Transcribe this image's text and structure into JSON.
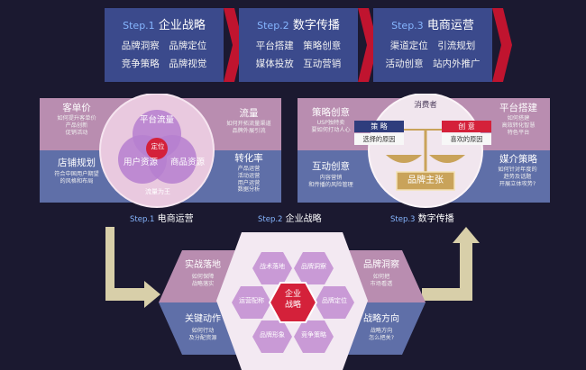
{
  "top_steps": [
    {
      "prefix": "Step.1",
      "title": "企业战略",
      "line1": "品牌洞察　品牌定位",
      "line2": "竞争策略　品牌视觉"
    },
    {
      "prefix": "Step.2",
      "title": "数字传播",
      "line1": "平台搭建　策略创意",
      "line2": "媒体投放　互动营销"
    },
    {
      "prefix": "Step.3",
      "title": "电商运营",
      "line1": "渠道定位　引流规划",
      "line2": "活动创意　站内外推广"
    }
  ],
  "left_panel": {
    "tl_title": "客单价",
    "tl_desc": [
      "如何提升客单价",
      "产品创新",
      "促销活动"
    ],
    "bl_title": "店铺规划",
    "bl_desc": [
      "符合中国用户期望",
      "的风格和布局"
    ],
    "tr_title": "流量",
    "tr_desc": [
      "如何开拓流量渠道",
      "品牌外展引流"
    ],
    "br_title": "转化率",
    "br_desc": [
      "产品运营",
      "活动运营",
      "用户运营",
      "数据分析"
    ],
    "venn": {
      "top": "平台流量",
      "left": "用户资源",
      "right": "商品资源",
      "center": "定位",
      "bottom": "流量为王"
    },
    "caption_prefix": "Step.1",
    "caption_title": "电商运营"
  },
  "right_panel": {
    "tl_title": "策略创意",
    "tl_desc": [
      "USP独特卖",
      "要如何打动人心"
    ],
    "bl_title": "互动创意",
    "bl_desc": [
      "内容营销",
      "和传播的风险管理"
    ],
    "tr_title": "平台搭建",
    "tr_desc": [
      "如何搭建",
      "高效转化智慧",
      "特色平台"
    ],
    "br_title": "媒介策略",
    "br_desc": [
      "如何针对年度的",
      "趋势及话题",
      "开展立体攻势?"
    ],
    "scale": {
      "consumer": "消费者",
      "left_tag": "策 略",
      "left_sub": "选择的原因",
      "right_tag": "创 意",
      "right_sub": "喜欢的原因",
      "base": "品牌主张"
    },
    "caption_prefix": "Step.3",
    "caption_title": "数字传播"
  },
  "bottom": {
    "caption_prefix": "Step.2",
    "caption_title": "企业战略",
    "tl_title": "实战落地",
    "tl_desc": [
      "如何保障",
      "战略落实"
    ],
    "bl_title": "关键动作",
    "bl_desc": [
      "如何行动",
      "及分配资源"
    ],
    "tr_title": "品牌洞察",
    "tr_desc": [
      "如何把",
      "市场看透"
    ],
    "br_title": "战略方向",
    "br_desc": [
      "战略方向",
      "怎么把关?"
    ],
    "center": [
      "企业",
      "战略"
    ],
    "hexes": [
      "战术落地",
      "品牌洞察",
      "品牌定位",
      "竞争策略",
      "品牌形象",
      "运营配称"
    ]
  },
  "colors": {
    "accent_red": "#d4213a",
    "step_blue": "#3b4a8c",
    "pink_panel": "#b98db0",
    "blue_panel": "#5f6fa8",
    "arrow_beige": "#d8cfa9"
  }
}
